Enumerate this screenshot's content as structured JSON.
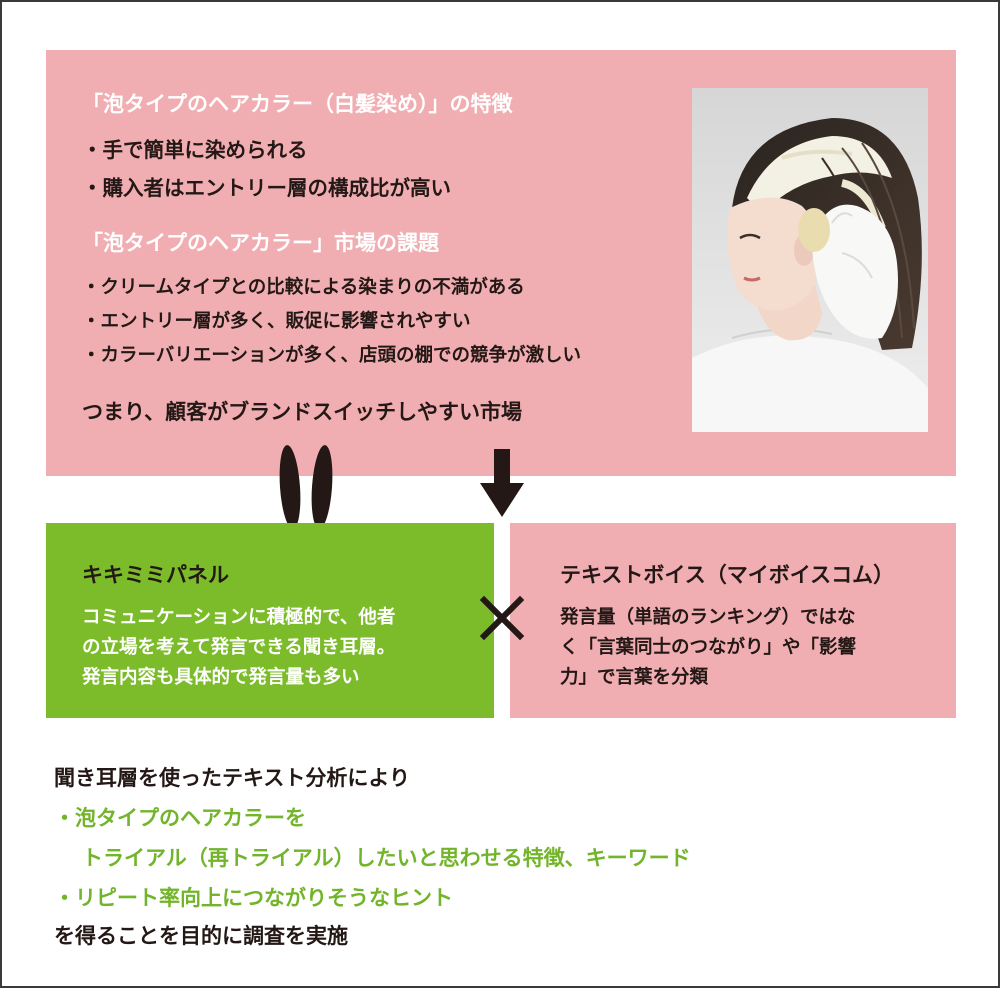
{
  "features": {
    "heading": "「泡タイプのヘアカラー（白髪染め）」の特徴",
    "bullets": [
      "・手で簡単に染められる",
      "・購入者はエントリー層の構成比が高い"
    ]
  },
  "issues": {
    "heading": "「泡タイプのヘアカラー」市場の課題",
    "bullets": [
      "・クリームタイプとの比較による染まりの不満がある",
      "・エントリー層が多く、販促に影響されやすい",
      "・カラーバリエーションが多く、店頭の棚での競争が激しい"
    ]
  },
  "summary": "つまり、顧客がブランドスイッチしやすい市場",
  "kikimimi": {
    "title": "キキミミパネル",
    "lines": [
      "コミュニケーションに積極的で、他者",
      "の立場を考えて発言できる聞き耳層。",
      "発言内容も具体的で発言量も多い"
    ]
  },
  "textvoice": {
    "title": "テキストボイス（マイボイスコム）",
    "lines": [
      "発言量（単語のランキング）ではな",
      "く「言葉同士のつながり」や「影響",
      "力」で言葉を分類"
    ]
  },
  "conclusion": {
    "intro": "聞き耳層を使ったテキスト分析により",
    "point1": "・泡タイプのヘアカラーを",
    "point1_cont": "トライアル（再トライアル）したいと思わせる特徴、キーワード",
    "point2": "・リピート率向上につながりそうなヒント",
    "outro": "を得ることを目的に調査を実施"
  },
  "colors": {
    "pink": "#f1aeb2",
    "green": "#7cbb2a",
    "green_text": "#72b52a",
    "dark": "#231815"
  },
  "icons": {
    "rabbit": "rabbit-mascot-icon",
    "down_arrow": "down-arrow-icon",
    "cross": "cross-icon"
  }
}
